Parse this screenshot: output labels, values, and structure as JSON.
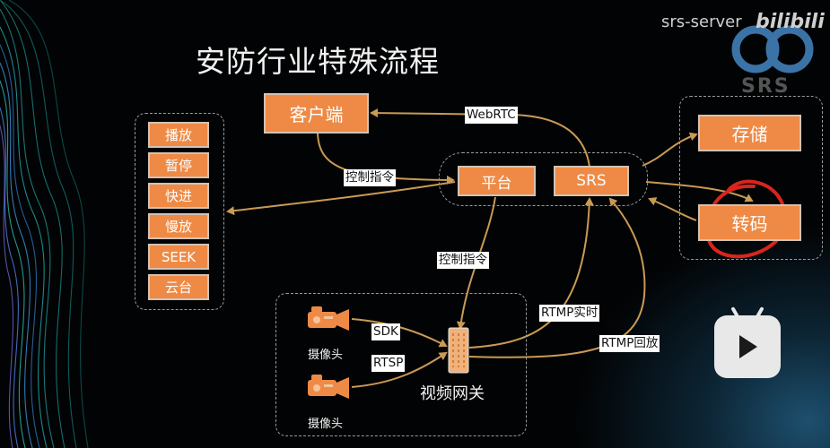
{
  "title": "安防行业特殊流程",
  "watermark": {
    "server": "srs-server",
    "brand": "bilibili",
    "srs": "SRS"
  },
  "nodes": {
    "client": "客户端",
    "platform": "平台",
    "srs": "SRS",
    "storage": "存储",
    "transcode": "转码",
    "gateway": "视频网关",
    "camera1": "摄像头",
    "camera2": "摄像头"
  },
  "actions": [
    "播放",
    "暂停",
    "快进",
    "慢放",
    "SEEK",
    "云台"
  ],
  "edge_labels": {
    "webrtc": "WebRTC",
    "control1": "控制指令",
    "control2": "控制指令",
    "sdk": "SDK",
    "rtsp": "RTSP",
    "rtmp_live": "RTMP实时",
    "rtmp_playback": "RTMP回放"
  },
  "colors": {
    "box_fill": "#ee8a45",
    "box_border": "#d3c2b4",
    "arrow": "#c99a55",
    "annotation": "#d8261c"
  }
}
